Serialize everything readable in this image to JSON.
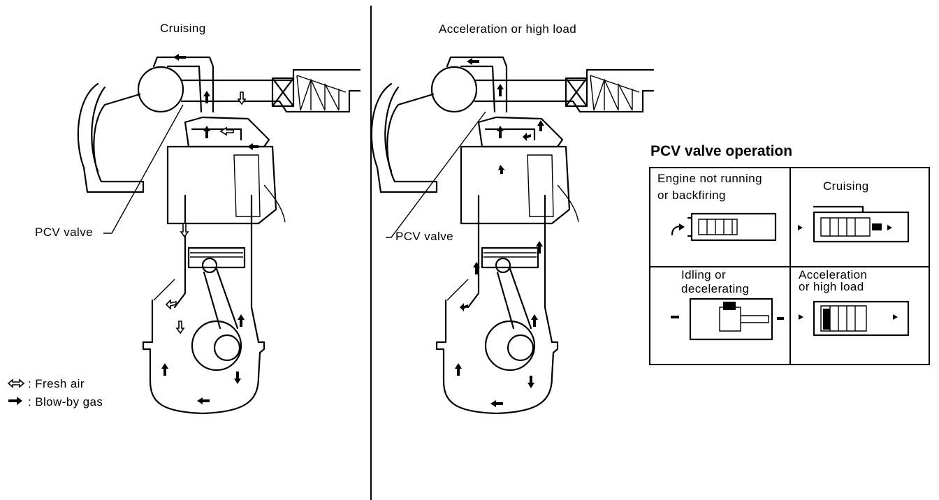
{
  "left_panel": {
    "title": "Cruising",
    "pcv_label": "PCV valve"
  },
  "right_panel": {
    "title": "Acceleration or high load",
    "pcv_label": "PCV valve"
  },
  "legend": {
    "fresh_air": ": Fresh air",
    "blow_by_gas": ": Blow-by gas"
  },
  "pcv_operation": {
    "title": "PCV valve operation",
    "cells": {
      "engine_not_running_1": "Engine not running",
      "engine_not_running_2": "or backfiring",
      "cruising": "Cruising",
      "idling_1": "Idling or",
      "idling_2": "decelerating",
      "accel_1": "Acceleration",
      "accel_2": "or high load"
    }
  },
  "colors": {
    "ink": "#000000",
    "paper": "#ffffff"
  },
  "icons": [
    "hollow-arrow-icon",
    "solid-arrow-icon"
  ]
}
